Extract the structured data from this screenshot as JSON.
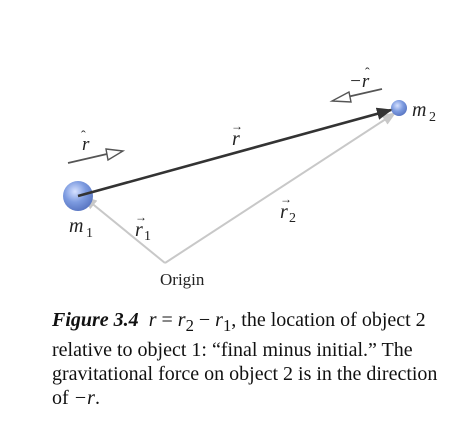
{
  "diagram": {
    "m1_label": "m",
    "m1_sub": "1",
    "m2_label": "m",
    "m2_sub": "2",
    "r_label": "r",
    "r1_label": "r",
    "r1_sub": "1",
    "r2_label": "r",
    "r2_sub": "2",
    "rhat_label": "r",
    "neg_rhat_label": "−r",
    "origin_label": "Origin",
    "colors": {
      "mass": "#6f8fd8",
      "position_vector": "#c8c8c8",
      "r_vector": "#333333",
      "unit_arrow": "#555555"
    }
  },
  "caption": {
    "figure_label": "Figure 3.4",
    "eq_r": "r",
    "eq_equals": " = ",
    "eq_r2": "r",
    "eq_sub2": "2",
    "eq_minus": " − ",
    "eq_r1": "r",
    "eq_sub1": "1",
    "text_main": ", the location of object 2 relative to object 1: “final minus initial.” The gravitational force on object 2 is in the direction of ",
    "text_end_var": "−r",
    "text_end_punct": "."
  }
}
